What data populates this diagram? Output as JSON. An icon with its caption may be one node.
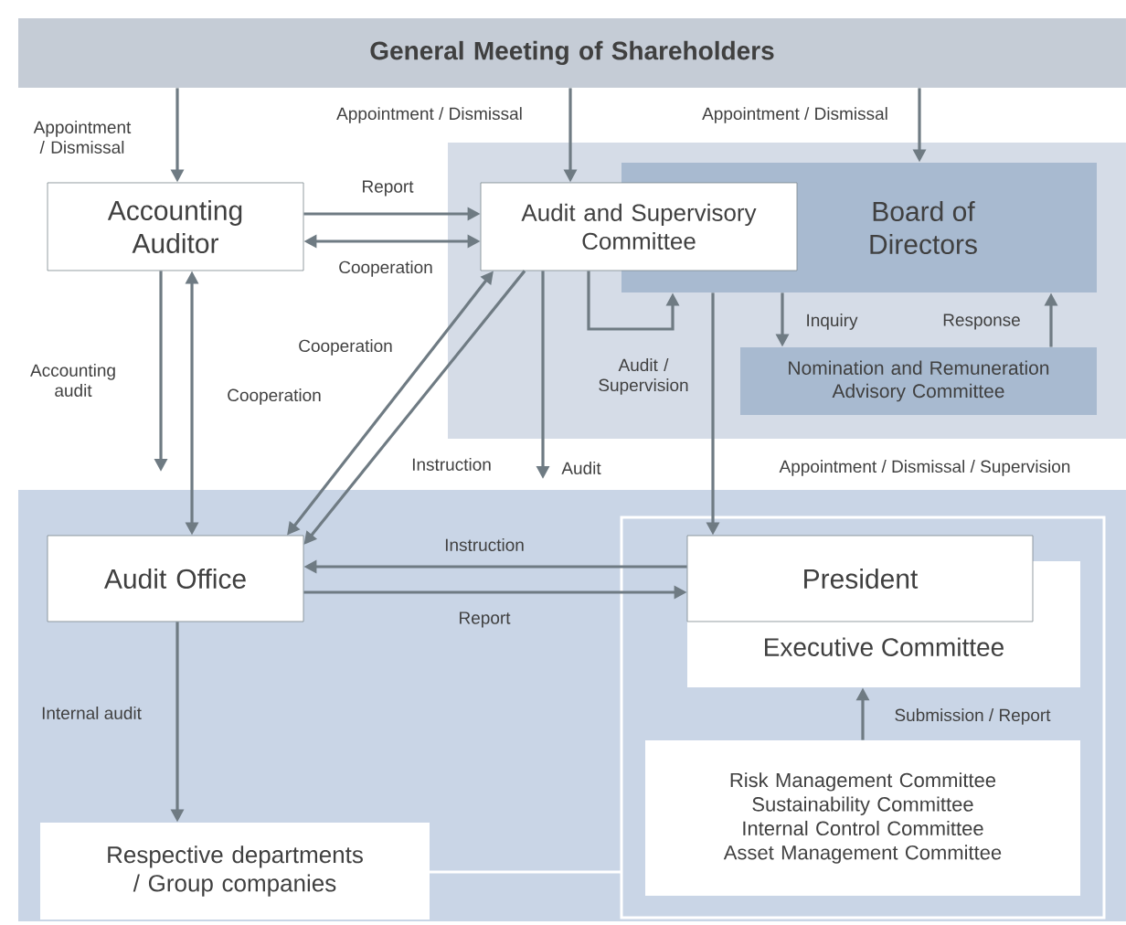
{
  "diagram": {
    "nodes": [
      {
        "text": [
          "General Meeting of Shareholders"
        ]
      },
      {
        "text": [
          "Accounting Auditor"
        ]
      },
      {
        "text": [
          "Audit and Supervisory Committee"
        ]
      },
      {
        "text": [
          "Board of Directors"
        ]
      },
      {
        "text": [
          "Nomination and Remuneration Advisory Committee"
        ]
      },
      {
        "text": [
          "Audit Office"
        ]
      },
      {
        "text": [
          "Executive Committee"
        ]
      },
      {
        "text": [
          "President"
        ]
      },
      {
        "text": [
          "Risk Management Committee",
          "Sustainability Committee",
          "Internal Control Committee",
          "Asset Management Committee"
        ]
      },
      {
        "text": [
          "Respective departments / Group companies"
        ]
      }
    ],
    "edges": [
      {
        "from": 0,
        "to": 1,
        "arrow": "to",
        "label": "Appointment / Dismissal"
      },
      {
        "from": 0,
        "to": 2,
        "arrow": "to",
        "label": "Appointment / Dismissal"
      },
      {
        "from": 0,
        "to": 3,
        "arrow": "to",
        "label": "Appointment / Dismissal"
      },
      {
        "from": 1,
        "to": 2,
        "arrow": "to",
        "label": "Report"
      },
      {
        "from": 1,
        "to": 2,
        "arrow": "both",
        "label": "Cooperation"
      },
      {
        "from": 1,
        "to": null,
        "arrow": "to",
        "label": "Accounting audit"
      },
      {
        "from": 1,
        "to": 5,
        "arrow": "both",
        "label": "Cooperation"
      },
      {
        "from": 5,
        "to": 2,
        "arrow": "both",
        "label": "Cooperation"
      },
      {
        "from": 2,
        "to": 5,
        "arrow": "to",
        "label": "Instruction"
      },
      {
        "from": 2,
        "to": 3,
        "arrow": "to",
        "label": "Audit / Supervision"
      },
      {
        "from": 2,
        "to": null,
        "arrow": "to",
        "label": "Audit"
      },
      {
        "from": 3,
        "to": 7,
        "arrow": "to",
        "label": "Appointment / Dismissal / Supervision"
      },
      {
        "from": 3,
        "to": 4,
        "arrow": "to",
        "label": "Inquiry"
      },
      {
        "from": 4,
        "to": 3,
        "arrow": "to",
        "label": "Response"
      },
      {
        "from": 7,
        "to": 5,
        "arrow": "to",
        "label": "Instruction"
      },
      {
        "from": 5,
        "to": 7,
        "arrow": "to",
        "label": "Report"
      },
      {
        "from": 5,
        "to": 9,
        "arrow": "to",
        "label": "Internal audit"
      },
      {
        "from": 8,
        "to": 6,
        "arrow": "to",
        "label": "Submission / Report"
      }
    ]
  }
}
